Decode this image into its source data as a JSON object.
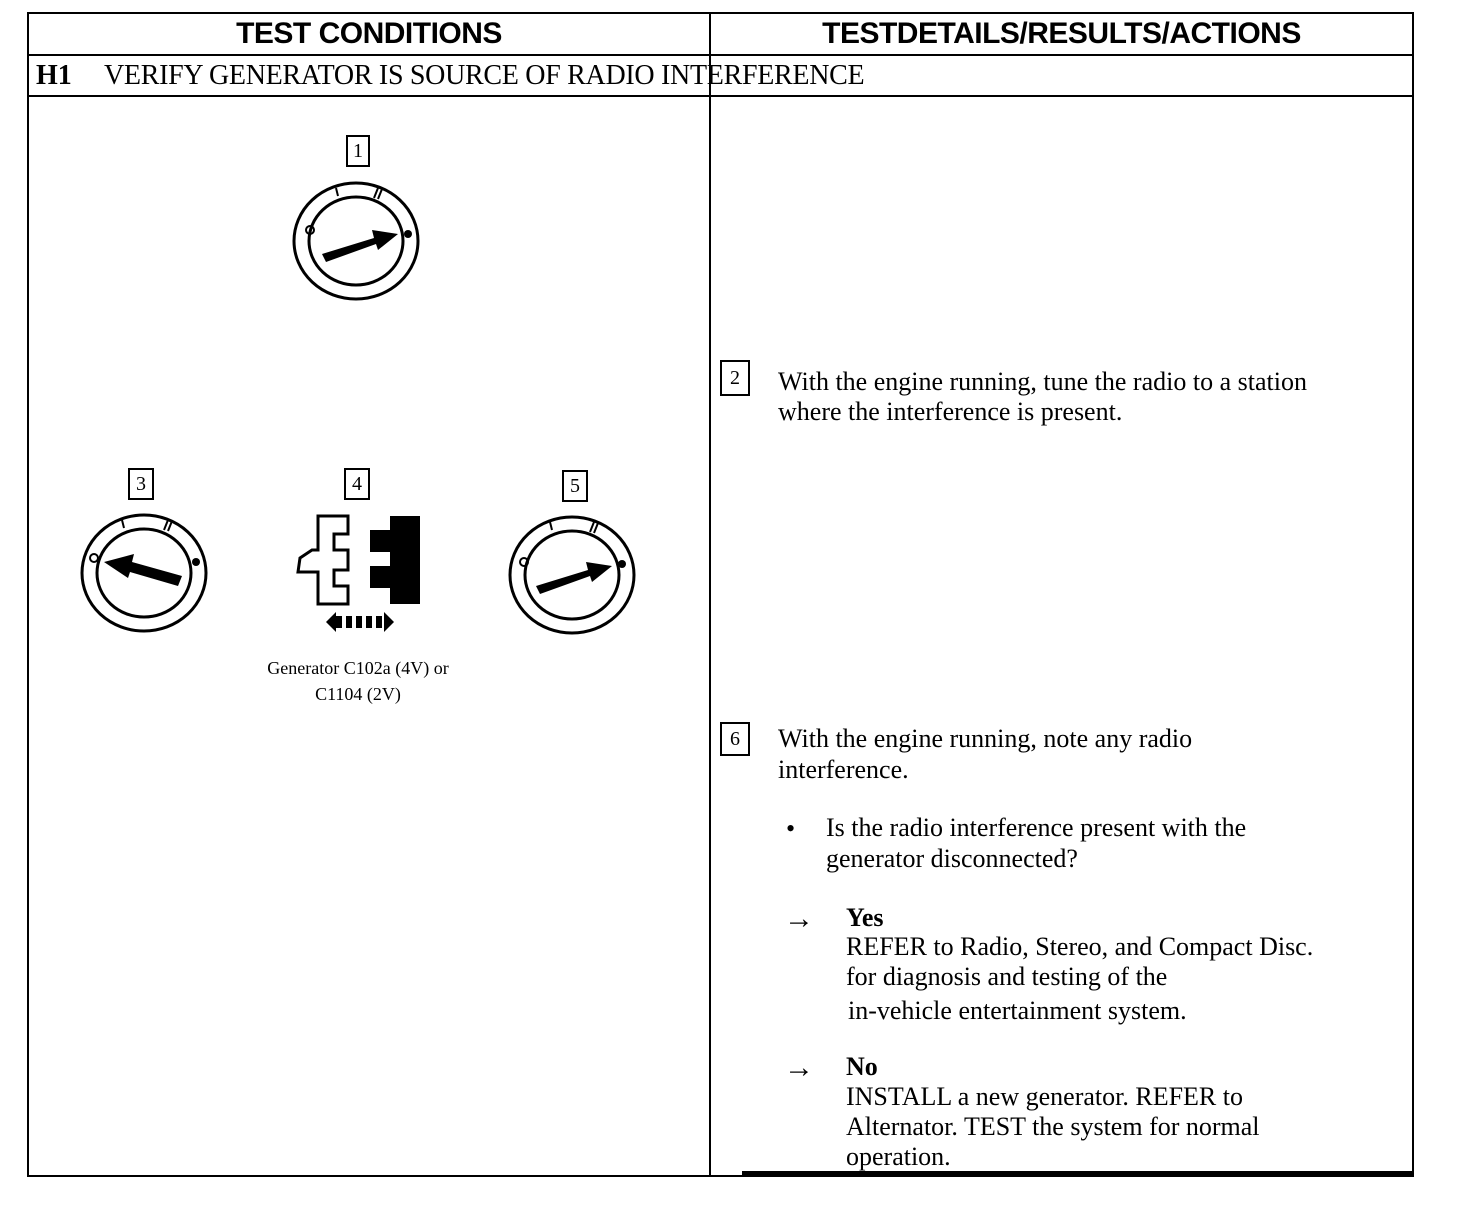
{
  "header": {
    "left": "TEST CONDITIONS",
    "right": "TESTDETAILS/RESULTS/ACTIONS"
  },
  "section": {
    "id": "H1",
    "title": "VERIFY GENERATOR IS SOURCE OF RADIO INTERFERENCE"
  },
  "figures": {
    "step1_label": "1",
    "step3_label": "3",
    "step4_label": "4",
    "step5_label": "5",
    "connector_caption_line1": "Generator C102a (4V) or",
    "connector_caption_line2": "C1104 (2V)",
    "ignition_icons": [
      "ignition-run-icon",
      "ignition-off-icon",
      "ignition-run-icon"
    ],
    "connector_icon": "connector-disconnect-icon"
  },
  "steps": {
    "step2": {
      "label": "2",
      "line1": "With the engine running, tune the radio to a station",
      "line2": "where the interference is present."
    },
    "step6": {
      "label": "6",
      "line1": "With the engine running, note any radio",
      "line2": "interference.",
      "bullet_symbol": "•",
      "question_line1": "Is the radio interference present with the",
      "question_line2": "generator disconnected?",
      "yes": {
        "arrow": "→",
        "label": "Yes",
        "line1": "REFER to Radio, Stereo, and Compact Disc.",
        "line2": "for diagnosis and testing of the",
        "line3": "in-vehicle entertainment system."
      },
      "no": {
        "arrow": "→",
        "label": "No",
        "line1": "INSTALL a new generator. REFER to",
        "line2": "Alternator. TEST the system for normal",
        "line3": "operation."
      }
    }
  }
}
